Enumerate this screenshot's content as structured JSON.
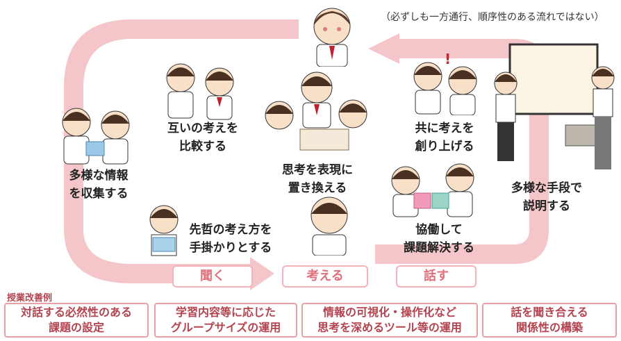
{
  "note": "（必ずしも一方通行、順序性のある流れではない）",
  "labels": {
    "collect": [
      "多様な情報",
      "を収集する"
    ],
    "compare": [
      "互いの考えを",
      "比較する"
    ],
    "express": [
      "思考を表現に",
      "置き換える"
    ],
    "create": [
      "共に考えを",
      "創り上げる"
    ],
    "explain": [
      "多様な手段で",
      "説明する"
    ],
    "precedent": [
      "先哲の考え方を",
      "手掛かりとする"
    ],
    "collab": [
      "協働して",
      "課題解決する"
    ]
  },
  "stages": {
    "listen": "聞く",
    "think": "考える",
    "speak": "話す"
  },
  "bottom": {
    "title": "授業改善例",
    "boxes": [
      [
        "対話する必然性のある",
        "課題の設定"
      ],
      [
        "学習内容等に応じた",
        "グループサイズの運用"
      ],
      [
        "情報の可視化・操作化など",
        "思考を深めるツール等の運用"
      ],
      [
        "話を聞き合える",
        "関係性の構築"
      ]
    ]
  },
  "colors": {
    "arrow": "#f4c6c9",
    "accent": "#e0707b",
    "border": "#e8a0a7"
  }
}
